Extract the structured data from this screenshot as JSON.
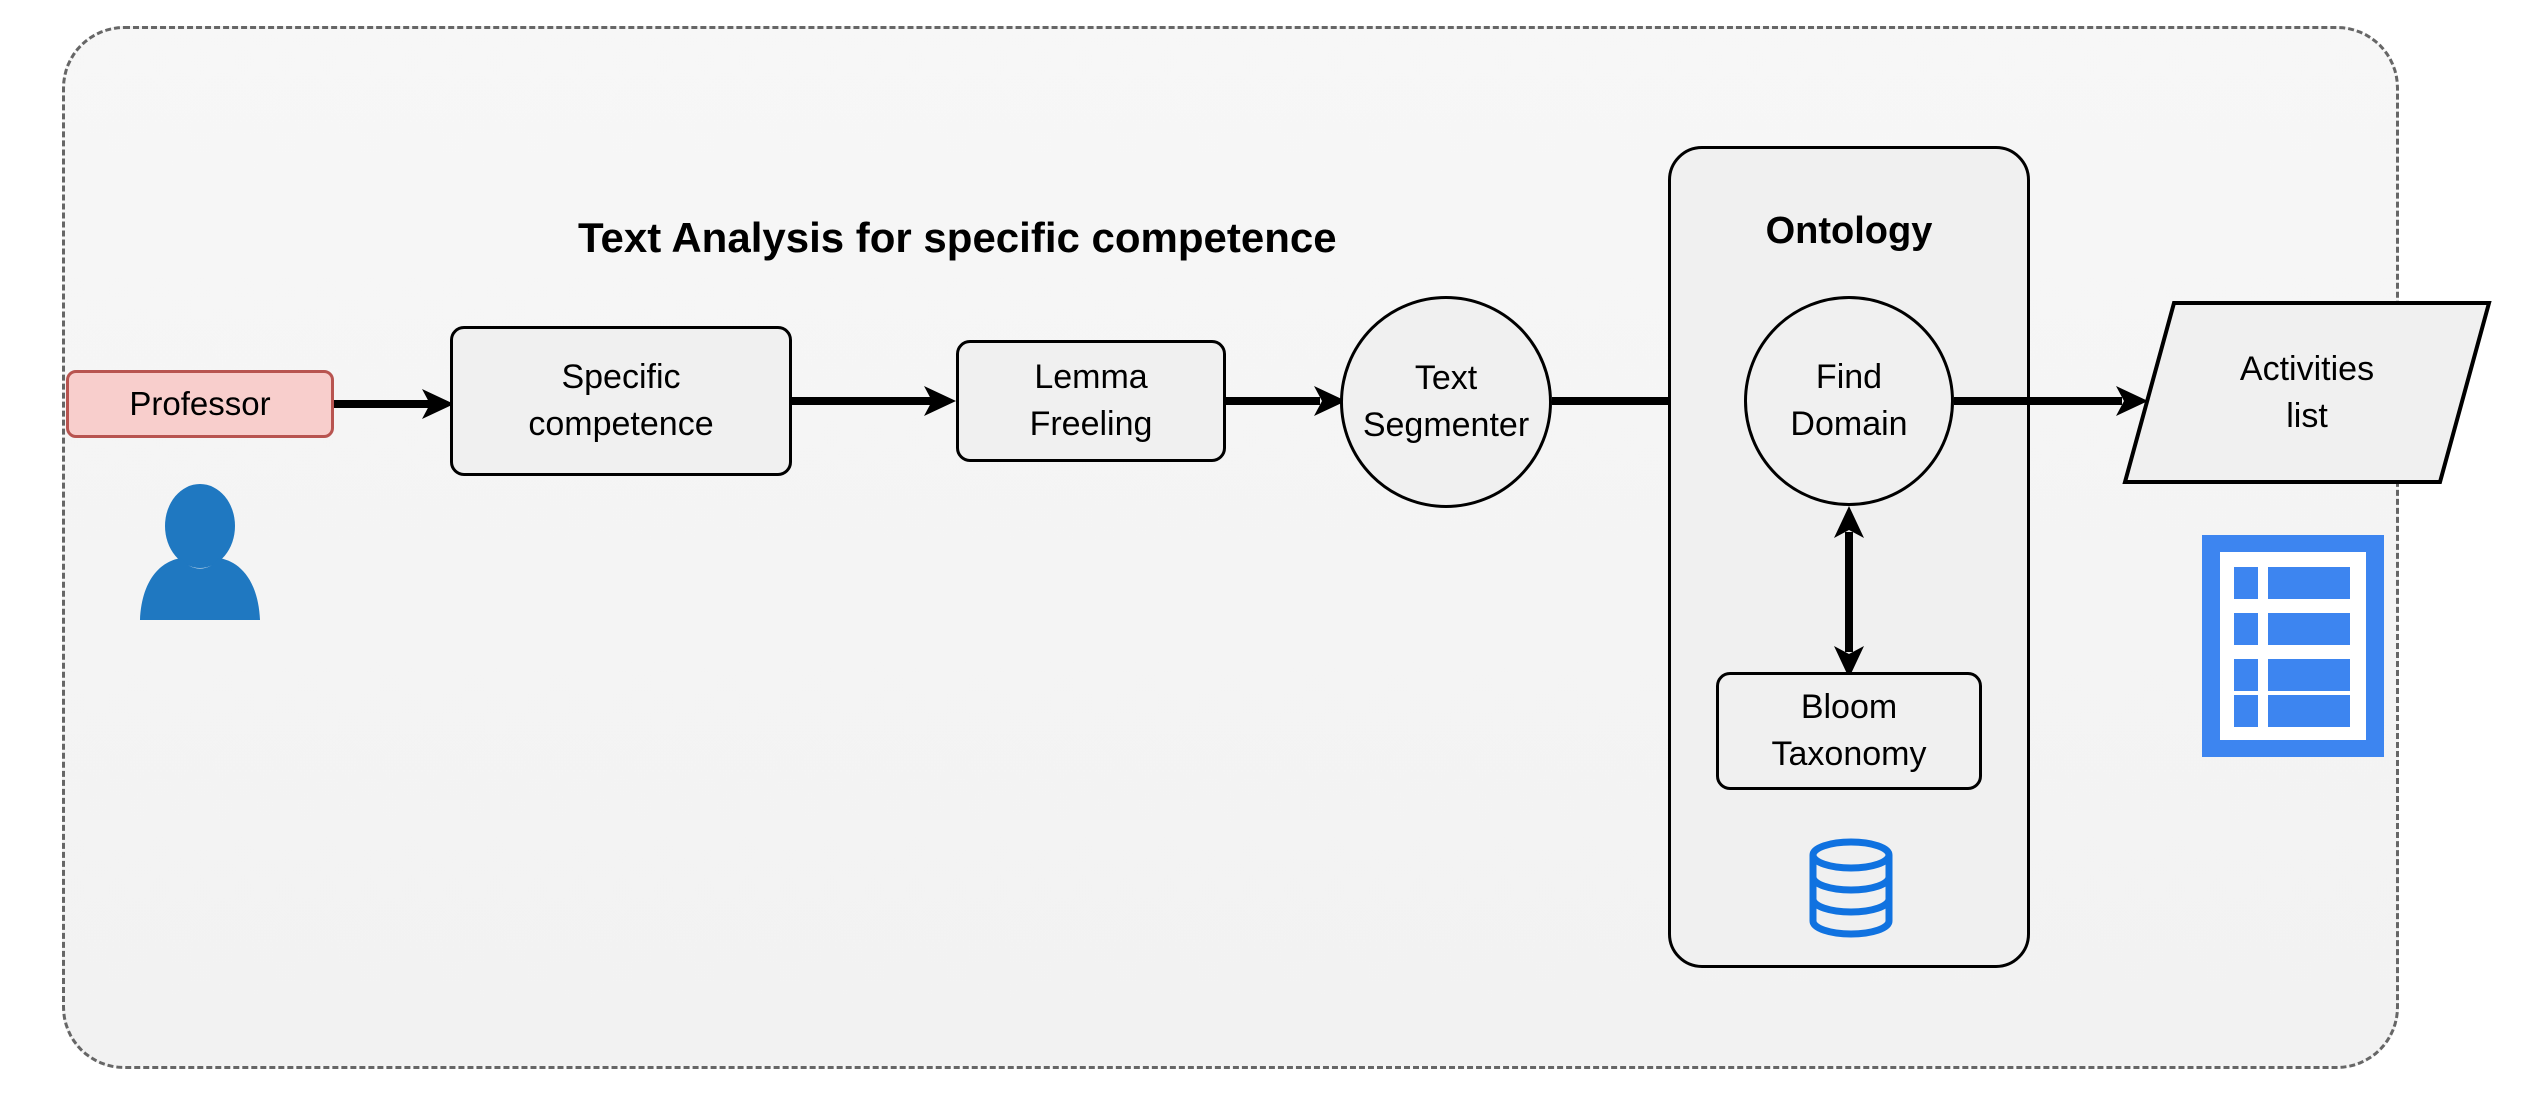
{
  "diagram": {
    "section_title": "Text Analysis for specific competence",
    "frame": {
      "name": "system-boundary",
      "style": "dashed-rounded"
    },
    "accent_colors": {
      "actor_fill": "#f8cecc",
      "actor_stroke": "#b85450",
      "node_fill": "#f0f0f0",
      "node_stroke": "#000000",
      "icon_blue": "#1f78c1",
      "icon_blue_light": "#3d85f0",
      "frame_stroke": "#666666",
      "canvas_fill": "#f5f5f5"
    },
    "nodes": [
      {
        "id": "professor",
        "name": "actor-professor",
        "shape": "rounded-rect",
        "lines": [
          "Professor"
        ]
      },
      {
        "id": "specific",
        "name": "step-specific-competence",
        "shape": "rounded-rect",
        "lines": [
          "Specific",
          "competence"
        ]
      },
      {
        "id": "lemma",
        "name": "step-lemma-freeling",
        "shape": "rounded-rect",
        "lines": [
          "Lemma",
          "Freeling"
        ]
      },
      {
        "id": "segmenter",
        "name": "step-text-segmenter",
        "shape": "circle",
        "lines": [
          "Text",
          "Segmenter"
        ]
      },
      {
        "id": "find_domain",
        "name": "step-find-domain",
        "shape": "circle",
        "lines": [
          "Find",
          "Domain"
        ]
      },
      {
        "id": "bloom",
        "name": "step-bloom-taxonomy",
        "shape": "rounded-rect",
        "lines": [
          "Bloom",
          "Taxonomy"
        ]
      },
      {
        "id": "activities",
        "name": "output-activities-list",
        "shape": "parallelogram",
        "lines": [
          "Activities",
          "list"
        ]
      }
    ],
    "group": {
      "id": "ontology",
      "name": "group-ontology",
      "title": "Ontology"
    },
    "icons": [
      {
        "id": "professor_avatar",
        "name": "person-icon",
        "color": "#1f78c1"
      },
      {
        "id": "ontology_db",
        "name": "database-icon",
        "color": "#1f78c1"
      },
      {
        "id": "activities_list",
        "name": "list-document-icon",
        "color": "#3d85f0"
      }
    ],
    "connectors": [
      {
        "name": "arrow-professor-to-specific",
        "from": "professor",
        "to": "specific",
        "direction": "right"
      },
      {
        "name": "arrow-specific-to-lemma",
        "from": "specific",
        "to": "lemma",
        "direction": "right"
      },
      {
        "name": "arrow-lemma-to-segmenter",
        "from": "lemma",
        "to": "segmenter",
        "direction": "right"
      },
      {
        "name": "arrow-segmenter-to-find-domain",
        "from": "segmenter",
        "to": "find_domain",
        "direction": "right"
      },
      {
        "name": "arrow-find-domain-to-activities",
        "from": "find_domain",
        "to": "activities",
        "direction": "right"
      },
      {
        "name": "arrow-find-domain-bloom",
        "from": "find_domain",
        "to": "bloom",
        "direction": "bidirectional-vertical"
      }
    ]
  }
}
